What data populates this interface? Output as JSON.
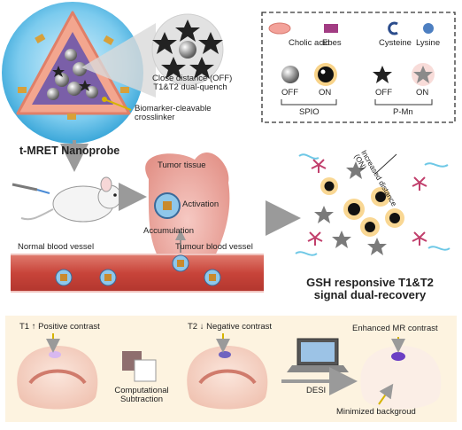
{
  "top": {
    "quench_caption": "Close distance (OFF)",
    "quench_caption2": "T1&T2 dual-quench",
    "crosslinker_label": "Biomarker-cleavable crosslinker",
    "nanoprobe_title": "t-MRET Nanoprobe"
  },
  "legend": {
    "items": [
      {
        "label": "Cholic acid",
        "icon": "cholic-acid-icon"
      },
      {
        "label": "Ebes",
        "icon": "ebes-icon"
      },
      {
        "label": "Cysteine",
        "icon": "cysteine-icon"
      },
      {
        "label": "Lysine",
        "icon": "lysine-icon"
      }
    ],
    "spio_label": "SPIO",
    "pmn_label": "P-Mn",
    "off_label": "OFF",
    "on_label": "ON"
  },
  "middle": {
    "tumor_tissue": "Tumor tissue",
    "activation": "Activation",
    "accumulation": "Accumulation",
    "normal_vessel": "Normal blood vessel",
    "tumour_vessel": "Tumour blood vessel",
    "increased_distance": "Increased distance (ON)",
    "gsh_title_line1": "GSH responsive T1&T2",
    "gsh_title_line2": "signal dual-recovery"
  },
  "bottom": {
    "t1_label": "T1 ↑ Positive contrast",
    "t2_label": "T2 ↓ Negative contrast",
    "computational": "Computational",
    "subtraction": "Subtraction",
    "desi": "DESI",
    "enhanced": "Enhanced MR contrast",
    "minimized": "Minimized backgroud"
  },
  "colors": {
    "vessel": "#c9483a",
    "tissue": "#e9a9a2",
    "panel_bg": "#fdf3e0",
    "shell": "#6cc6ee",
    "arrow": "#9a9a9a"
  }
}
